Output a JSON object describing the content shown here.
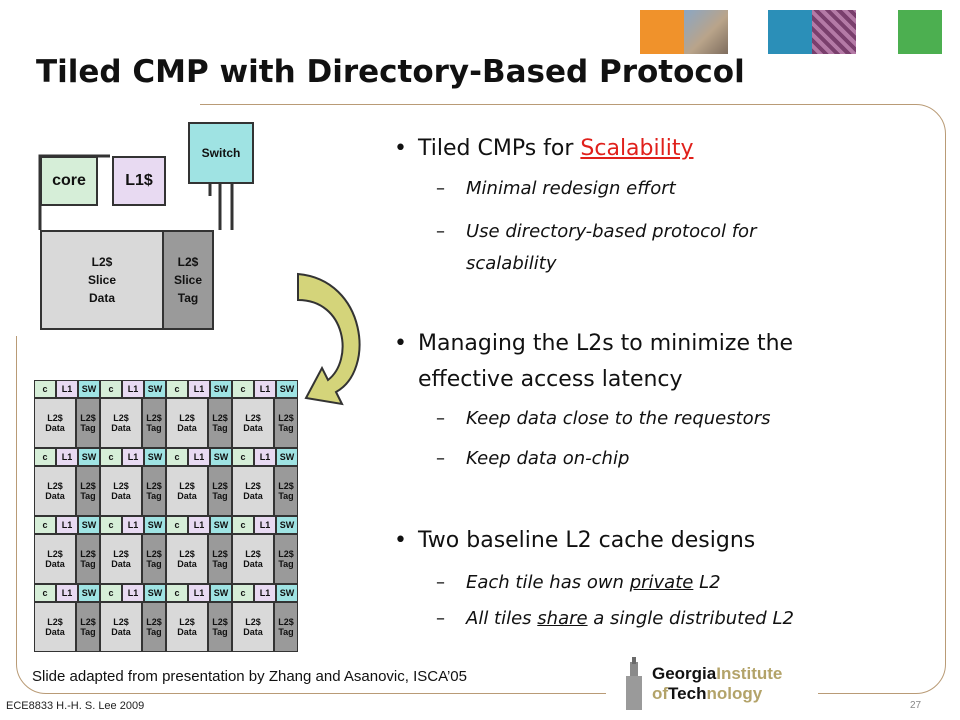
{
  "slide": {
    "title": "Tiled CMP with Directory-Based Protocol",
    "caption": "Slide adapted from presentation by Zhang and Asanovic, ISCA’05",
    "footer": "ECE8833 H.-H. S. Lee 2009",
    "page_number": "27"
  },
  "logo": {
    "line1_part1": "Georgia",
    "line1_part2": "Institute",
    "line2_part1": "of",
    "line2_part2": "Tech",
    "line2_part3": "nology"
  },
  "tile_diagram": {
    "core": "core",
    "l1": "L1$",
    "switch": "Switch",
    "l2_data": [
      "L2$",
      "Slice",
      "Data"
    ],
    "l2_tag": [
      "L2$",
      "Slice",
      "Tag"
    ]
  },
  "grid": {
    "rows": 4,
    "cols": 4,
    "cell_c": "c",
    "cell_l1": "L1",
    "cell_sw": "SW",
    "cell_data": [
      "L2$",
      "Data"
    ],
    "cell_tag": [
      "L2$",
      "Tag"
    ]
  },
  "bullets": [
    {
      "text_before": "Tiled CMPs for ",
      "text_highlight": "Scalability",
      "subs": [
        [
          "Minimal redesign effort"
        ],
        [
          "Use directory-based protocol for",
          "scalability"
        ]
      ]
    },
    {
      "lines": [
        "Managing the L2s to minimize the",
        "effective access latency"
      ],
      "subs": [
        [
          "Keep data close to the requestors"
        ],
        [
          "Keep data on-chip"
        ]
      ]
    },
    {
      "lines": [
        "Two baseline L2 cache designs"
      ],
      "subs_rich": [
        {
          "before": "Each tile has own ",
          "underlined": "private",
          "after": " L2"
        },
        {
          "before": "All tiles ",
          "underlined": "share",
          "after": " a single distributed L2"
        }
      ]
    }
  ],
  "colors": {
    "core": "#d6eed8",
    "l1": "#e8daf2",
    "switch": "#9fe3e3",
    "l2_data": "#d9d9d9",
    "l2_tag": "#9a9a9a",
    "highlight": "#e0201b",
    "frame": "#b99b76",
    "arrow": "#d4d47a"
  }
}
